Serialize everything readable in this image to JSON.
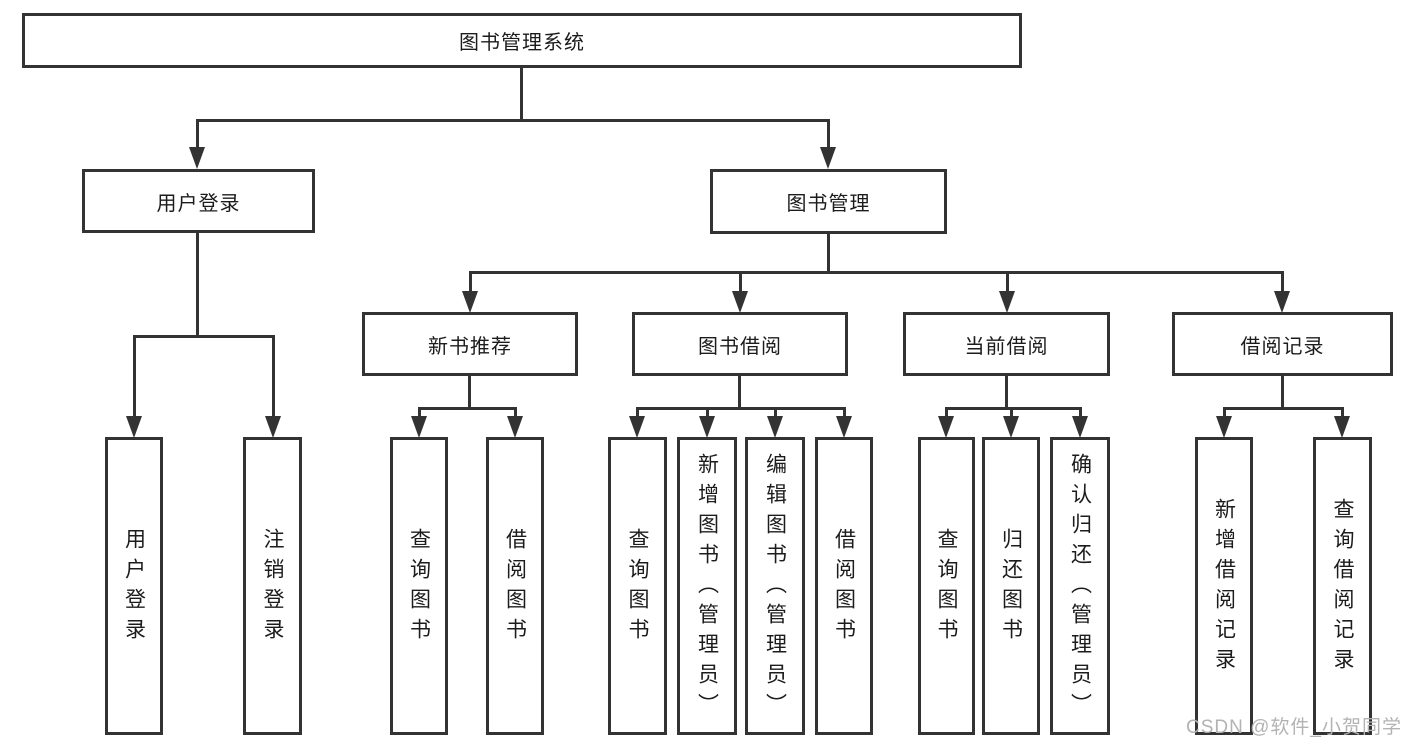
{
  "tree": {
    "label": "图书管理系统",
    "children": [
      {
        "label": "用户登录",
        "children": [
          {
            "label": "用户登录"
          },
          {
            "label": "注销登录"
          }
        ]
      },
      {
        "label": "图书管理",
        "children": [
          {
            "label": "新书推荐",
            "children": [
              {
                "label": "查询图书"
              },
              {
                "label": "借阅图书"
              }
            ]
          },
          {
            "label": "图书借阅",
            "children": [
              {
                "label": "查询图书"
              },
              {
                "label": "新增图书（管理员）"
              },
              {
                "label": "编辑图书（管理员）"
              },
              {
                "label": "借阅图书"
              }
            ]
          },
          {
            "label": "当前借阅",
            "children": [
              {
                "label": "查询图书"
              },
              {
                "label": "归还图书"
              },
              {
                "label": "确认归还（管理员）"
              }
            ]
          },
          {
            "label": "借阅记录",
            "children": [
              {
                "label": "新增借阅记录"
              },
              {
                "label": "查询借阅记录"
              }
            ]
          }
        ]
      }
    ]
  },
  "watermark": "CSDN @软件_小贺同学",
  "colors": {
    "line": "#333333",
    "text": "#1c1c1c",
    "watermark": "#b3b3b3",
    "background": "#ffffff"
  }
}
